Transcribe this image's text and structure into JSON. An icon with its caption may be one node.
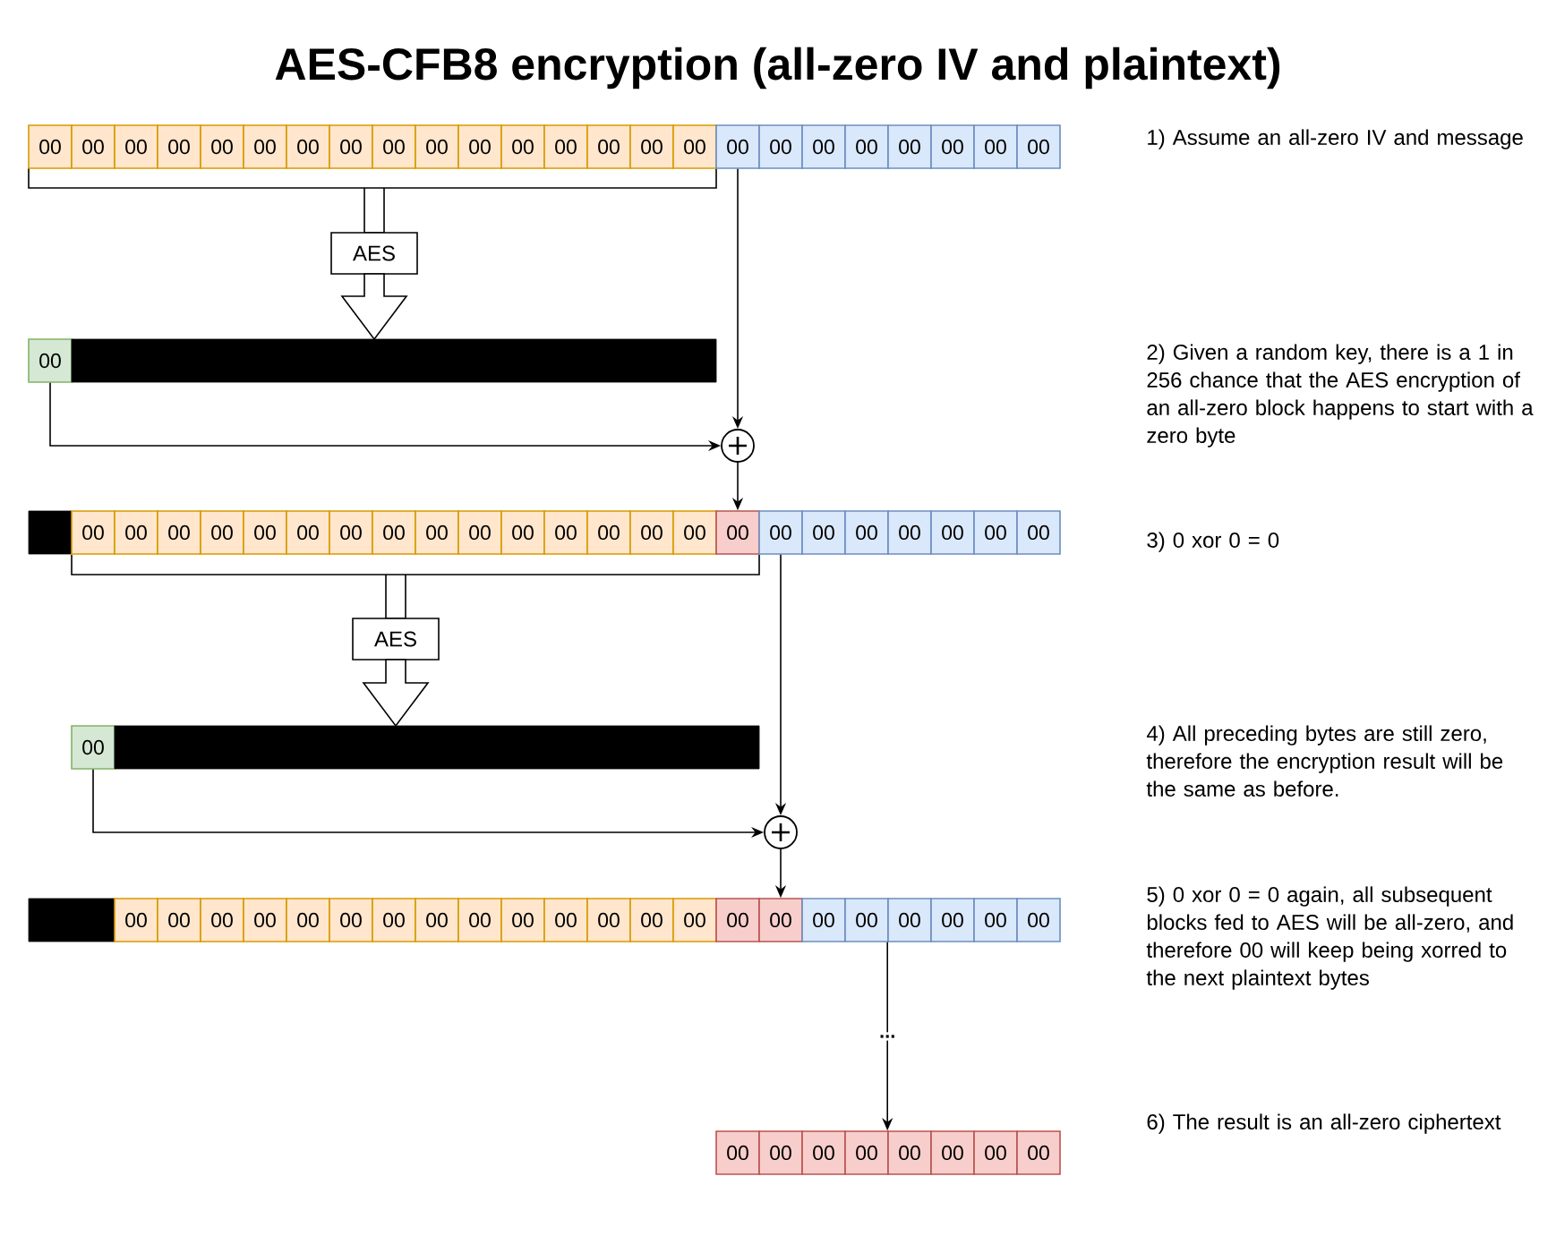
{
  "diagram": {
    "title": "AES-CFB8 encryption (all-zero IV and plaintext)",
    "nodes": [
      {
        "text": [
          "00"
        ]
      },
      {
        "text": [
          "00"
        ]
      },
      {
        "text": [
          "00"
        ]
      },
      {
        "text": [
          "00"
        ]
      },
      {
        "text": [
          "00"
        ]
      },
      {
        "text": [
          "00"
        ]
      },
      {
        "text": [
          "00"
        ]
      },
      {
        "text": [
          "00"
        ]
      },
      {
        "text": [
          "00"
        ]
      },
      {
        "text": [
          "00"
        ]
      },
      {
        "text": [
          "00"
        ]
      },
      {
        "text": [
          "00"
        ]
      },
      {
        "text": [
          "00"
        ]
      },
      {
        "text": [
          "00"
        ]
      },
      {
        "text": [
          "00"
        ]
      },
      {
        "text": [
          "00"
        ]
      },
      {
        "text": [
          "00"
        ]
      },
      {
        "text": [
          "00"
        ]
      },
      {
        "text": [
          "00"
        ]
      },
      {
        "text": [
          "00"
        ]
      },
      {
        "text": [
          "00"
        ]
      },
      {
        "text": [
          "00"
        ]
      },
      {
        "text": [
          "00"
        ]
      },
      {
        "text": [
          "00"
        ]
      },
      {
        "text": [
          "AES"
        ]
      },
      {
        "text": [
          "00"
        ]
      },
      {
        "text": [],
        "shape": "bar"
      },
      {
        "text": [],
        "shape": "circle"
      },
      {
        "text": [],
        "shape": "bar"
      },
      {
        "text": [
          "00"
        ]
      },
      {
        "text": [
          "00"
        ]
      },
      {
        "text": [
          "00"
        ]
      },
      {
        "text": [
          "00"
        ]
      },
      {
        "text": [
          "00"
        ]
      },
      {
        "text": [
          "00"
        ]
      },
      {
        "text": [
          "00"
        ]
      },
      {
        "text": [
          "00"
        ]
      },
      {
        "text": [
          "00"
        ]
      },
      {
        "text": [
          "00"
        ]
      },
      {
        "text": [
          "00"
        ]
      },
      {
        "text": [
          "00"
        ]
      },
      {
        "text": [
          "00"
        ]
      },
      {
        "text": [
          "00"
        ]
      },
      {
        "text": [
          "00"
        ]
      },
      {
        "text": [
          "00"
        ]
      },
      {
        "text": [
          "00"
        ]
      },
      {
        "text": [
          "00"
        ]
      },
      {
        "text": [
          "00"
        ]
      },
      {
        "text": [
          "00"
        ]
      },
      {
        "text": [
          "00"
        ]
      },
      {
        "text": [
          "00"
        ]
      },
      {
        "text": [
          "00"
        ]
      },
      {
        "text": [
          "AES"
        ]
      },
      {
        "text": [
          "00"
        ]
      },
      {
        "text": [],
        "shape": "bar"
      },
      {
        "text": [],
        "shape": "circle"
      },
      {
        "text": [],
        "shape": "bar"
      },
      {
        "text": [
          "00"
        ]
      },
      {
        "text": [
          "00"
        ]
      },
      {
        "text": [
          "00"
        ]
      },
      {
        "text": [
          "00"
        ]
      },
      {
        "text": [
          "00"
        ]
      },
      {
        "text": [
          "00"
        ]
      },
      {
        "text": [
          "00"
        ]
      },
      {
        "text": [
          "00"
        ]
      },
      {
        "text": [
          "00"
        ]
      },
      {
        "text": [
          "00"
        ]
      },
      {
        "text": [
          "00"
        ]
      },
      {
        "text": [
          "00"
        ]
      },
      {
        "text": [
          "00"
        ]
      },
      {
        "text": [
          "00"
        ]
      },
      {
        "text": [
          "00"
        ]
      },
      {
        "text": [
          "00"
        ]
      },
      {
        "text": [
          "00"
        ]
      },
      {
        "text": [
          "00"
        ]
      },
      {
        "text": [
          "00"
        ]
      },
      {
        "text": [
          "00"
        ]
      },
      {
        "text": [
          "00"
        ]
      },
      {
        "text": [
          "00"
        ]
      },
      {
        "text": [
          "00"
        ]
      },
      {
        "text": [
          "00"
        ]
      },
      {
        "text": [
          "00"
        ]
      },
      {
        "text": [
          "00"
        ]
      },
      {
        "text": [
          "00"
        ]
      },
      {
        "text": [
          "00"
        ]
      },
      {
        "text": [
          "00"
        ]
      },
      {
        "text": [
          "00"
        ]
      }
    ],
    "edges": [
      {
        "from": 24,
        "to": 26,
        "arrow": "to"
      },
      {
        "from": 16,
        "to": 27,
        "arrow": "to"
      },
      {
        "from": 25,
        "to": 27,
        "arrow": "to"
      },
      {
        "from": 27,
        "to": 44,
        "arrow": "to"
      },
      {
        "from": 52,
        "to": 54,
        "arrow": "to"
      },
      {
        "from": 45,
        "to": 55,
        "arrow": "to"
      },
      {
        "from": 53,
        "to": 55,
        "arrow": "to"
      },
      {
        "from": 55,
        "to": 72,
        "arrow": "to"
      },
      {
        "from": 75,
        "to": 83,
        "arrow": "to",
        "label": "..."
      }
    ],
    "labels": [
      "1) Assume an all-zero IV and message",
      "2) Given a random key, there is a 1 in 256 chance that the AES encryption of an all-zero block happens to start with a zero byte",
      "3) 0 xor 0 = 0",
      "4) All preceding bytes are still zero, therefore the encryption result will be the same as before.",
      "5) 0 xor 0 = 0 again, all subsequent blocks fed to AES will be all-zero, and therefore 00 will keep being xorred to the next plaintext bytes",
      "6) The result is an all-zero ciphertext"
    ]
  }
}
